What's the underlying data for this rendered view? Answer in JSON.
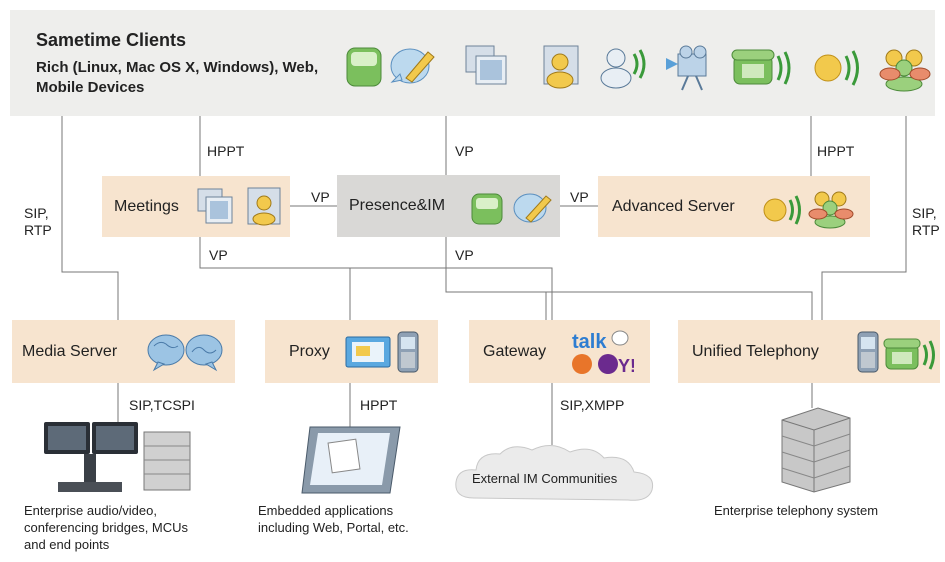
{
  "header": {
    "title": "Sametime Clients",
    "subtitle": "Rich (Linux, Mac OS X, Windows), Web, Mobile Devices"
  },
  "servers": {
    "meetings": "Meetings",
    "presence": "Presence&IM",
    "advanced": "Advanced Server"
  },
  "components": {
    "media": "Media Server",
    "proxy": "Proxy",
    "gateway": "Gateway",
    "telephony": "Unified Telephony"
  },
  "links": {
    "hppt_left": "HPPT",
    "vp_top": "VP",
    "hppt_right": "HPPT",
    "sip_rtp_left": "SIP,\nRTP",
    "sip_rtp_right": "SIP,\nRTP",
    "vp_meet_pres": "VP",
    "vp_pres_adv": "VP",
    "vp_below_meet": "VP",
    "vp_below_pres": "VP",
    "sip_tcspi": "SIP,TCSPI",
    "hppt_proxy": "HPPT",
    "sip_xmpp": "SIP,XMPP"
  },
  "endpoints": {
    "enterprise_av": "Enterprise audio/video,\nconferencing bridges, MCUs\nand end points",
    "embedded": "Embedded applications\nincluding Web, Portal, etc.",
    "external_im": "External IM Communities",
    "telephony_system": "Enterprise telephony system"
  },
  "gateway_logos": {
    "google_talk": "talk",
    "yahoo": "Y!"
  },
  "colors": {
    "band": "#eeeeec",
    "box": "#f7e4cf",
    "presence_box": "#d9d8d6",
    "line": "#777777"
  }
}
